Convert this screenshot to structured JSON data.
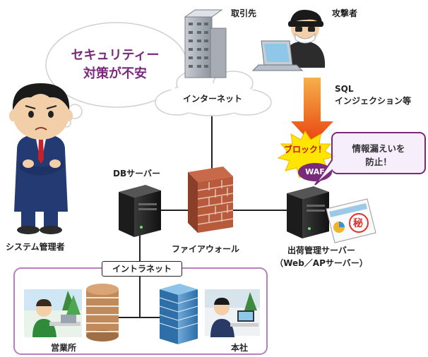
{
  "thought": {
    "line1": "セキュリティー",
    "line2": "対策が不安"
  },
  "labels": {
    "client": "取引先",
    "attacker": "攻撃者",
    "internet": "インターネット",
    "sql_line1": "SQL",
    "sql_line2": "インジェクション等",
    "block": "ブロック！",
    "waf": "WAF",
    "callout_line1": "情報漏えいを",
    "callout_line2": "防止！",
    "db_server": "DBサーバー",
    "firewall": "ファイアウォール",
    "shipping_line1": "出荷管理サーバー",
    "shipping_line2": "（Web／APサーバー）",
    "admin": "システム管理者",
    "intranet": "イントラネット",
    "sales_office": "営業所",
    "headquarters": "本社",
    "secret_mark": "秘"
  },
  "colors": {
    "accent_purple": "#7a2a7a",
    "block_red": "#d01010",
    "arrow_orange": "#f08a1c"
  }
}
